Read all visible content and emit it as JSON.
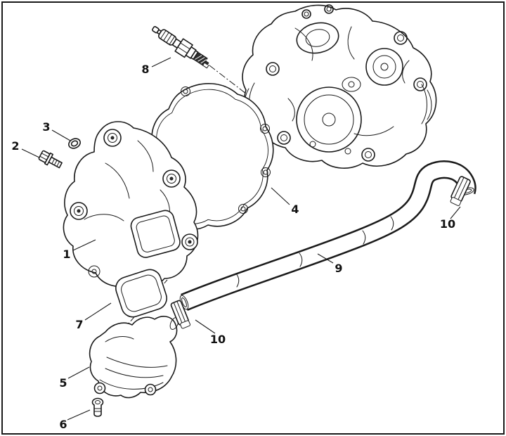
{
  "diagram": {
    "background": "#ffffff",
    "line_color": "#1a1a1a",
    "label_color": "#111111"
  },
  "callouts": {
    "c1": {
      "text": "1"
    },
    "c2": {
      "text": "2"
    },
    "c3": {
      "text": "3"
    },
    "c4": {
      "text": "4"
    },
    "c5": {
      "text": "5"
    },
    "c6": {
      "text": "6"
    },
    "c7": {
      "text": "7"
    },
    "c8": {
      "text": "8"
    },
    "c9": {
      "text": "9"
    },
    "c10a": {
      "text": "10"
    },
    "c10b": {
      "text": "10"
    }
  }
}
